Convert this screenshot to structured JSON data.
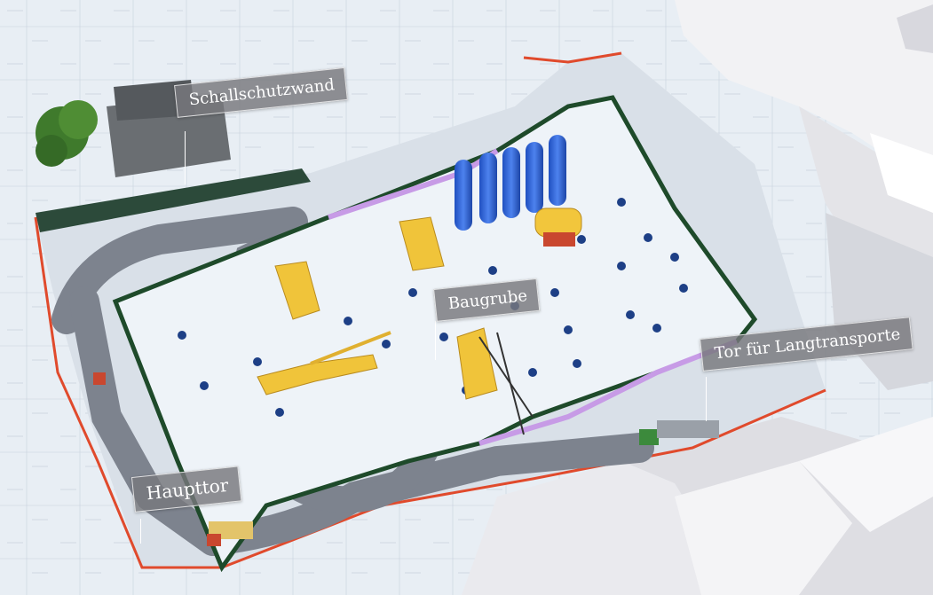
{
  "labels": {
    "schallschutzwand": "Schallschutzwand",
    "baugrube": "Baugrube",
    "tor_langtransporte": "Tor für Langtransporte",
    "haupttor": "Haupttor"
  },
  "colors": {
    "ground": "#e7edf3",
    "road": "#7d838e",
    "pit_floor": "#eef3f8",
    "pit_edge_green": "#1e4a2a",
    "fence_red": "#e04a2c",
    "silo_blue": "#2f63d6",
    "machine_yellow": "#f0c43a",
    "purple_wall": "#c79be6",
    "pile_dot": "#1d3f86"
  }
}
